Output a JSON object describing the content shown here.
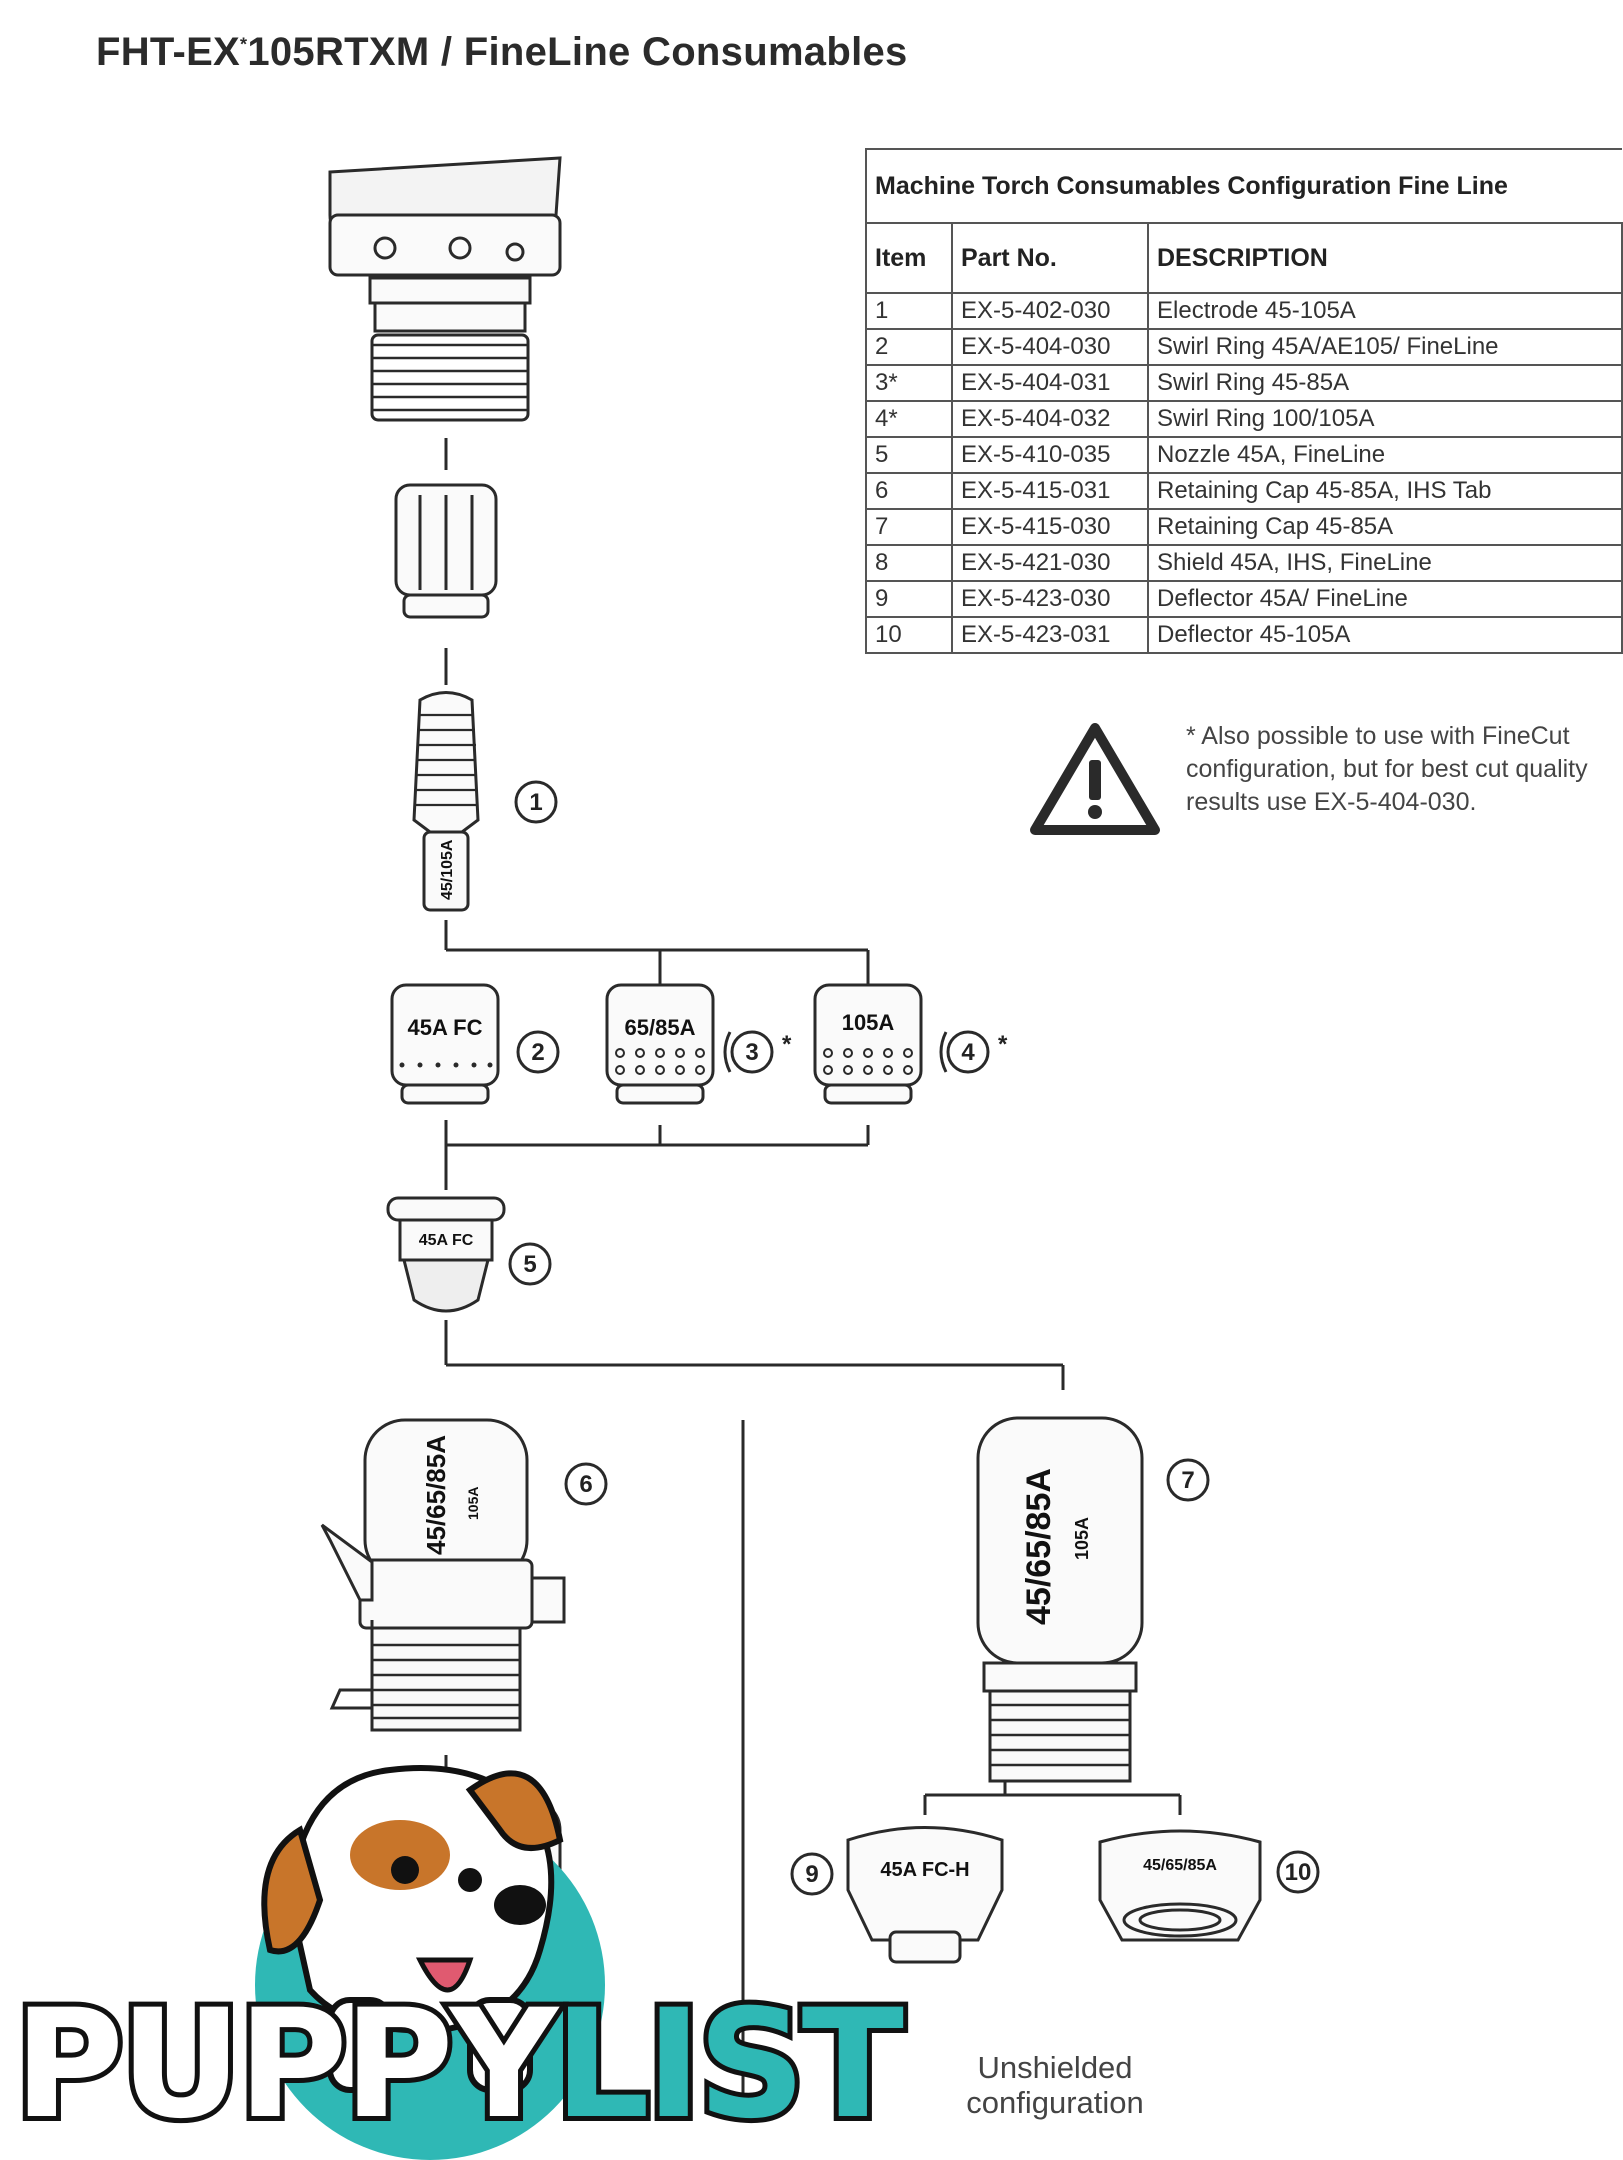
{
  "title": {
    "main": "FHT-EX",
    "sup": "*",
    "rest": "105RTXM / FineLine Consumables"
  },
  "table": {
    "caption": "Machine Torch Consumables Configuration Fine Line",
    "headers": [
      "Item",
      "Part No.",
      "DESCRIPTION"
    ],
    "rows": [
      [
        "1",
        "EX-5-402-030",
        "Electrode 45-105A"
      ],
      [
        "2",
        "EX-5-404-030",
        "Swirl Ring 45A/AE105/ FineLine"
      ],
      [
        "3*",
        "EX-5-404-031",
        "Swirl Ring 45-85A"
      ],
      [
        "4*",
        "EX-5-404-032",
        "Swirl Ring 100/105A"
      ],
      [
        "5",
        "EX-5-410-035",
        "Nozzle 45A, FineLine"
      ],
      [
        "6",
        "EX-5-415-031",
        "Retaining Cap 45-85A, IHS Tab"
      ],
      [
        "7",
        "EX-5-415-030",
        "Retaining Cap 45-85A"
      ],
      [
        "8",
        "EX-5-421-030",
        "Shield 45A, IHS, FineLine"
      ],
      [
        "9",
        "EX-5-423-030",
        "Deflector 45A/ FineLine"
      ],
      [
        "10",
        "EX-5-423-031",
        "Deflector 45-105A"
      ]
    ]
  },
  "note": "* Also possible to use with FineCut configuration, but for best cut quality results use EX-5-404-030.",
  "callouts": {
    "c1": "1",
    "c2": "2",
    "c3": "3",
    "c3_mark": "*",
    "c4": "4",
    "c4_mark": "*",
    "c5": "5",
    "c6": "6",
    "c7": "7",
    "c9": "9",
    "c10": "10"
  },
  "part_markings": {
    "electrode": "45/105A",
    "swirl_2": "45A FC",
    "swirl_3": "65/85A",
    "swirl_4": "105A",
    "nozzle": "45A FC",
    "cap_6": "45/65/85A",
    "cap_6_badge": "105A",
    "cap_7": "45/65/85A",
    "cap_7_badge": "105A",
    "deflector_9": "45A FC-H",
    "deflector_10": "45/65/85A"
  },
  "unshielded_label": [
    "Unshielded",
    "configuration"
  ],
  "watermark": {
    "part1": "PUPPY",
    "part2": "LIST"
  },
  "colors": {
    "line": "#2a2a2a",
    "watermark_teal": "#2fb8b5",
    "dog_brown": "#c8752a"
  }
}
